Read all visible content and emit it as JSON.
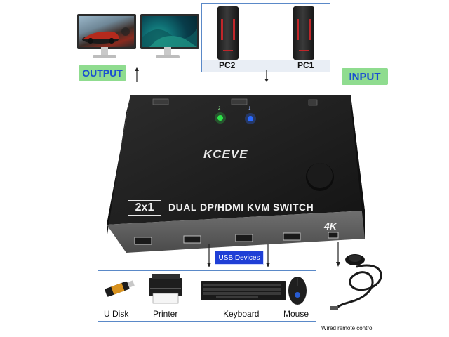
{
  "labels": {
    "output": "OUTPUT",
    "input": "INPUT",
    "pc2": "PC2",
    "pc1": "PC1",
    "usb_devices": "USB Devices",
    "remote": "Wired remote control"
  },
  "product": {
    "brand": "KCEVE",
    "model_badge": "2x1",
    "title": "DUAL DP/HDMI KVM SWITCH",
    "resolution_badge": "4K",
    "led_2": "2",
    "led_1": "1"
  },
  "devices": {
    "udisk": "U Disk",
    "printer": "Printer",
    "keyboard": "Keyboard",
    "mouse": "Mouse"
  },
  "colors": {
    "label_bg": "#8fdc8f",
    "label_text": "#1a4fd0",
    "frame_border": "#5a89c8",
    "usb_badge": "#1f3fd6",
    "led_green": "#2ee34a",
    "led_blue": "#2b6bff"
  }
}
